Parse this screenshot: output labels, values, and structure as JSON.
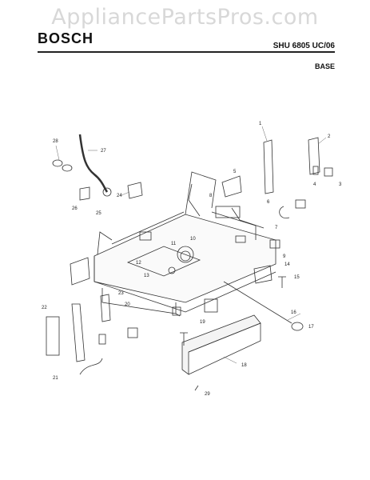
{
  "watermark": "AppliancePartsPros.com",
  "header": {
    "brand": "BOSCH",
    "model": "SHU 6805 UC/06",
    "section": "BASE"
  },
  "callouts": [
    "1",
    "2",
    "3",
    "4",
    "5",
    "6",
    "7",
    "8",
    "9",
    "10",
    "11",
    "12",
    "13",
    "14",
    "15",
    "16",
    "17",
    "18",
    "19",
    "20",
    "21",
    "22",
    "23",
    "24",
    "25",
    "26",
    "27",
    "28",
    "29"
  ]
}
